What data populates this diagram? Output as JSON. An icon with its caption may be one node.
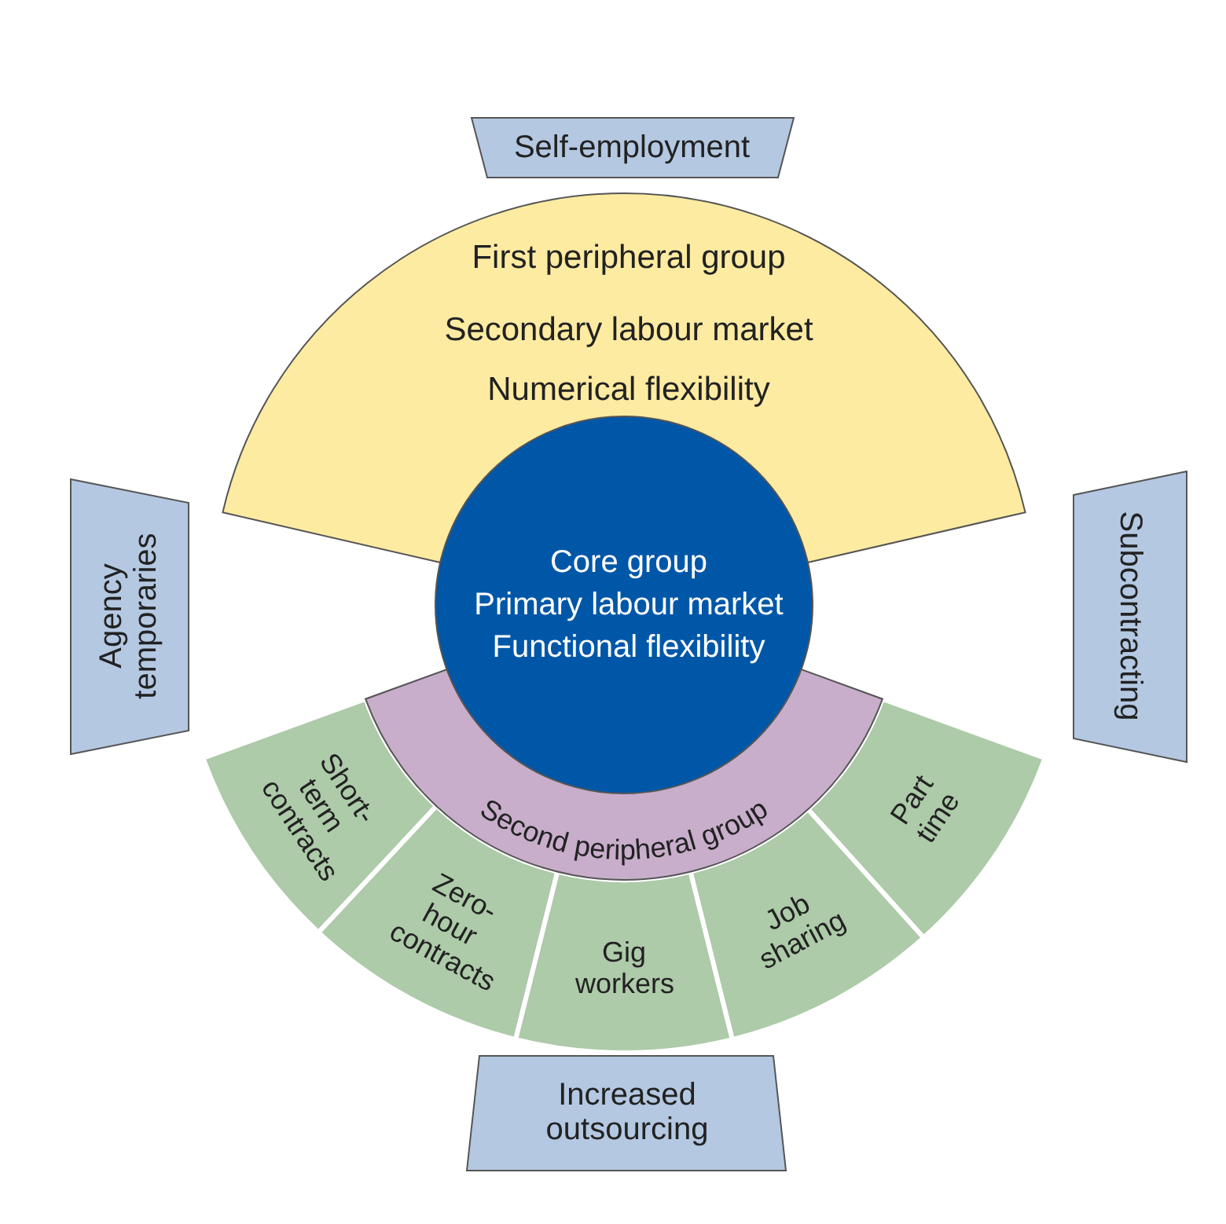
{
  "diagram": {
    "nodes": [
      {
        "text": [
          "Self-employment"
        ]
      },
      {
        "text": [
          "First peripheral group",
          "Secondary labour market",
          "Numerical flexibility"
        ]
      },
      {
        "text": [
          "Agency temporaries"
        ]
      },
      {
        "text": [
          "Core group",
          "Primary labour market",
          "Functional flexibility"
        ]
      },
      {
        "text": [
          "Subcontracting"
        ]
      },
      {
        "text": [
          "Second peripheral group"
        ]
      },
      {
        "text": [
          "Short-term contracts"
        ]
      },
      {
        "text": [
          "Zero-hour contracts"
        ]
      },
      {
        "text": [
          "Gig workers"
        ]
      },
      {
        "text": [
          "Job sharing"
        ]
      },
      {
        "text": [
          "Part time"
        ]
      },
      {
        "text": [
          "Increased outsourcing"
        ]
      }
    ]
  }
}
